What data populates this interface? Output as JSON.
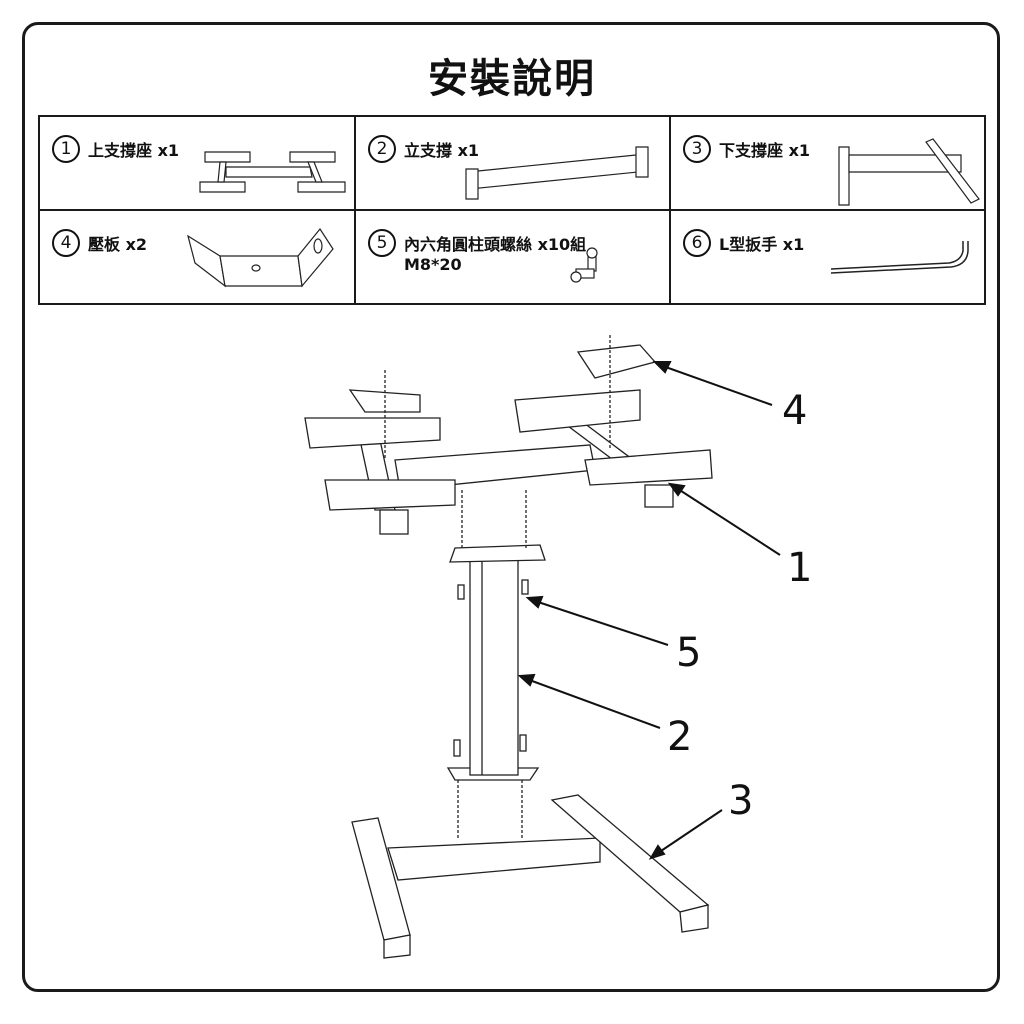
{
  "title": "安裝說明",
  "parts": [
    {
      "num": "1",
      "label": "上支撐座 x1"
    },
    {
      "num": "2",
      "label": "立支撐 x1"
    },
    {
      "num": "3",
      "label": "下支撐座 x1"
    },
    {
      "num": "4",
      "label": "壓板 x2"
    },
    {
      "num": "5",
      "label": "內六角圓柱頭螺絲 x10組",
      "sub": "M8*20"
    },
    {
      "num": "6",
      "label": "L型扳手 x1"
    }
  ],
  "callouts": [
    "4",
    "1",
    "5",
    "2",
    "3"
  ]
}
